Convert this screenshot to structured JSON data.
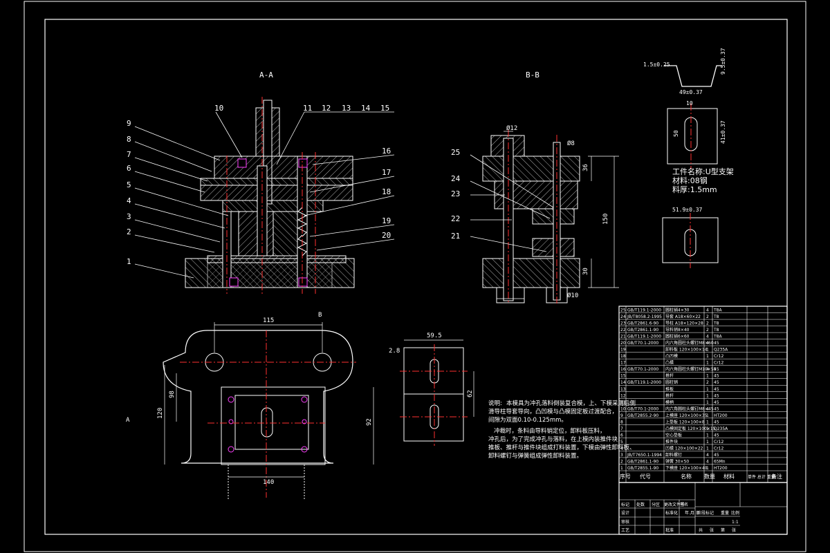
{
  "colors": {
    "background": "#000000",
    "line": "#ffffff",
    "centerline": "#ff3030",
    "bolt": "#ff40ff",
    "dim": "#ffffff"
  },
  "views": {
    "section_aa": {
      "title": "A-A",
      "part_numbers": [
        "1",
        "2",
        "3",
        "4",
        "5",
        "6",
        "7",
        "8",
        "9",
        "10",
        "11",
        "12",
        "13",
        "14",
        "15",
        "16",
        "17",
        "18",
        "19",
        "20"
      ]
    },
    "section_bb": {
      "title": "B-B",
      "part_numbers": [
        "21",
        "22",
        "23",
        "24",
        "25"
      ],
      "dims": [
        "150",
        "30",
        "36",
        "Ø12",
        "Ø8",
        "Ø10"
      ]
    },
    "plan": {
      "dims": [
        "115",
        "140",
        "120",
        "98",
        "92"
      ],
      "labels": [
        "A",
        "B"
      ]
    },
    "strip": {
      "dims": [
        "59.5",
        "2.8",
        "62"
      ]
    }
  },
  "workpiece": {
    "dims": [
      "1.5±0.25",
      "49±0.37",
      "10",
      "50",
      "41±0.37",
      "51.9±0.37",
      "9.5±0.37"
    ],
    "name": "工件名称:U型支架",
    "material": "材料:08钢",
    "thickness": "料厚:1.5mm"
  },
  "notes": {
    "heading": "说明:",
    "line1": "本模具为冲孔落料倒装复合模，上、下模采用后侧",
    "line2": "滑导柱导套导向，凸凹模与凸模固定板过渡配合，",
    "line3": "间隙为双面0.10-0.125mm。",
    "line4": "冲裁时，条料由导料销定位，卸料板压料，",
    "line5": "冲孔后，为了完成冲孔与落料，在上模内装推件块，",
    "line6": "推板、推杆与推件块组成打料装置，下模由弹性卸料板、",
    "line7": "卸料螺钉与弹簧组成弹性卸料装置。"
  },
  "title_block": {
    "headers": {
      "seq": "序号",
      "code": "代号",
      "name": "名称",
      "qty": "数量",
      "material": "材料",
      "weight": "单件 总计 重量",
      "remark": "备注"
    },
    "rows": [
      {
        "seq": "25",
        "code": "GB/T119.1-2000",
        "name": "圆柱销4×30",
        "qty": "4",
        "material": "T8A"
      },
      {
        "seq": "24",
        "code": "JB/T8058.2-1995",
        "name": "导套 A18×60×22",
        "qty": "2",
        "material": "T8"
      },
      {
        "seq": "23",
        "code": "GB/T2861.6-90",
        "name": "导柱 A18×120×28",
        "qty": "2",
        "material": "T8"
      },
      {
        "seq": "22",
        "code": "GB/T2861.1-90",
        "name": "导料销8×40",
        "qty": "2",
        "material": "T8"
      },
      {
        "seq": "21",
        "code": "GB/T119.1-2000",
        "name": "圆柱销6×60",
        "qty": "4",
        "material": "T8A"
      },
      {
        "seq": "20",
        "code": "GB/T70.1-2000",
        "name": "内六角圆柱头螺钉M8×60",
        "qty": "4",
        "material": "45"
      },
      {
        "seq": "19",
        "code": "",
        "name": "卸料板 120×100×14",
        "qty": "1",
        "material": "Q235A"
      },
      {
        "seq": "18",
        "code": "",
        "name": "凸凹模",
        "qty": "1",
        "material": "Cr12"
      },
      {
        "seq": "17",
        "code": "",
        "name": "凸模",
        "qty": "1",
        "material": "Cr12"
      },
      {
        "seq": "16",
        "code": "GB/T70.1-2000",
        "name": "内六角圆柱头螺钉M10×55",
        "qty": "4",
        "material": "45"
      },
      {
        "seq": "15",
        "code": "",
        "name": "推杆",
        "qty": "1",
        "material": "45"
      },
      {
        "seq": "14",
        "code": "GB/T119.1-2000",
        "name": "圆柱销",
        "qty": "2",
        "material": "45"
      },
      {
        "seq": "13",
        "code": "",
        "name": "推板",
        "qty": "1",
        "material": "45"
      },
      {
        "seq": "12",
        "code": "",
        "name": "推杆",
        "qty": "1",
        "material": "45"
      },
      {
        "seq": "11",
        "code": "",
        "name": "模柄",
        "qty": "1",
        "material": "45"
      },
      {
        "seq": "10",
        "code": "GB/T70.1-2000",
        "name": "内六角圆柱头螺钉M8×45",
        "qty": "4",
        "material": "45"
      },
      {
        "seq": "9",
        "code": "GB/T2855.2-90",
        "name": "上模座 120×100×35",
        "qty": "1",
        "material": "HT200"
      },
      {
        "seq": "8",
        "code": "",
        "name": "上垫板 120×100×8",
        "qty": "1",
        "material": "45"
      },
      {
        "seq": "7",
        "code": "",
        "name": "凸模固定板 120×100×15",
        "qty": "1",
        "material": "Q235A"
      },
      {
        "seq": "6",
        "code": "",
        "name": "空心垫板",
        "qty": "1",
        "material": "45"
      },
      {
        "seq": "5",
        "code": "",
        "name": "推件块",
        "qty": "1",
        "material": "Cr12"
      },
      {
        "seq": "4",
        "code": "",
        "name": "凹模 120×100×22",
        "qty": "1",
        "material": "Cr12"
      },
      {
        "seq": "3",
        "code": "JB/T7650.1-1994",
        "name": "卸料螺钉",
        "qty": "4",
        "material": "45"
      },
      {
        "seq": "2",
        "code": "GB/T2861.1-90",
        "name": "弹簧 30×50",
        "qty": "4",
        "material": "65Mn"
      },
      {
        "seq": "1",
        "code": "GB/T2855.1-90",
        "name": "下模座 120×100×40",
        "qty": "1",
        "material": "HT200"
      }
    ],
    "footer": {
      "r1": [
        "标记",
        "处数",
        "分区",
        "更改文件号",
        "签名",
        "年.月.日"
      ],
      "r2": [
        "设计",
        "",
        "标准化"
      ],
      "r3": [
        "审核"
      ],
      "r4": [
        "工艺",
        "",
        "批准"
      ],
      "stage": [
        "阶段标记",
        "重量",
        "比例"
      ],
      "scale": "1:1",
      "sheet": [
        "共",
        "张",
        "第",
        "张"
      ]
    }
  }
}
